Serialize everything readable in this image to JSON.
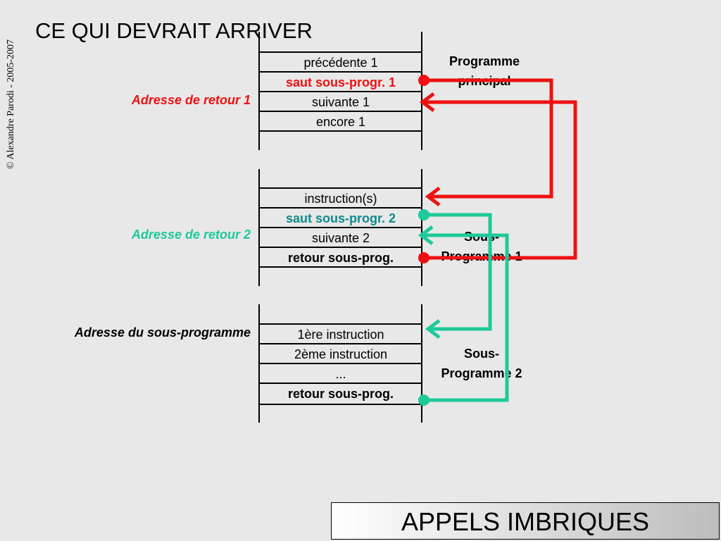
{
  "copyright": "© Alexandre Parodi - 2005-2007",
  "title": "CE QUI DEVRAIT ARRIVER",
  "footer": "APPELS IMBRIQUES",
  "colors": {
    "red": "#ee1111",
    "teal": "#1ec99a",
    "teal_text": "#0e8a8a"
  },
  "blocks": [
    {
      "label_line1": "Programme",
      "label_line2": "principal",
      "cells": [
        "précédente 1",
        "saut  sous-progr. 1",
        "suivante 1",
        "encore 1"
      ]
    },
    {
      "label_line1": "Sous-",
      "label_line2": "Programme 1",
      "cells": [
        "instruction(s)",
        "saut  sous-progr. 2",
        "suivante 2",
        "retour sous-prog."
      ]
    },
    {
      "label_line1": "Sous-",
      "label_line2": "Programme 2",
      "cells": [
        "1ère instruction",
        "2ème instruction",
        "...",
        "retour sous-prog."
      ]
    }
  ],
  "side_labels": {
    "retour1": "Adresse de retour 1",
    "retour2": "Adresse de retour 2",
    "sousprog": "Adresse du sous-programme"
  }
}
